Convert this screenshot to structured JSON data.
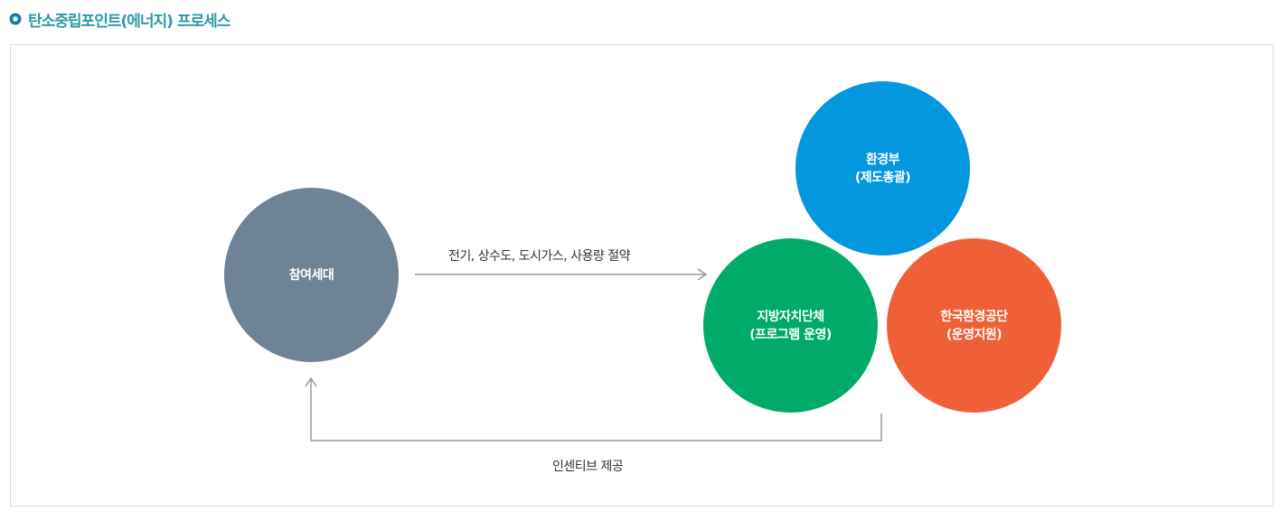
{
  "header": {
    "title": "탄소중립포인트(에너지) 프로세스"
  },
  "colors": {
    "title": "#2f9aa3",
    "participant": "#6f8396",
    "ministry": "#0397e0",
    "local_gov": "#00ab69",
    "kec": "#f06038",
    "arrow": "#9a9a9a",
    "frame_border": "#dcdcdc"
  },
  "nodes": {
    "participant": {
      "line1": "참여세대"
    },
    "ministry": {
      "line1": "환경부",
      "line2": "(제도총괄)"
    },
    "local_gov": {
      "line1": "지방자치단체",
      "line2": "(프로그램 운영)"
    },
    "kec": {
      "line1": "한국환경공단",
      "line2": "(운영지원)"
    }
  },
  "edges": {
    "savings": {
      "label": "전기, 상수도, 도시가스, 사용량 절약"
    },
    "incentive": {
      "label": "인센티브 제공"
    }
  }
}
